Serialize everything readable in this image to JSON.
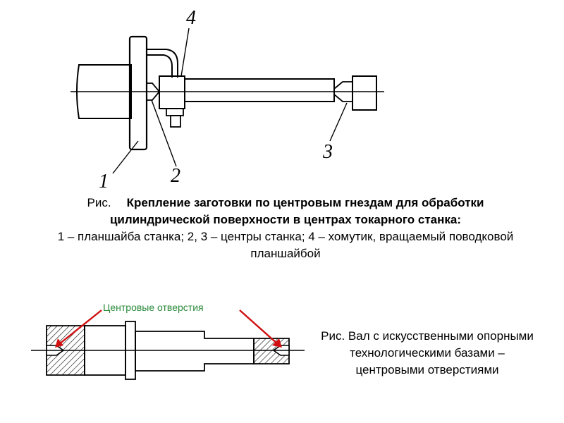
{
  "figure1": {
    "labels": {
      "n1": "1",
      "n2": "2",
      "n3": "3",
      "n4": "4"
    },
    "caption_prefix": "Рис.",
    "caption_title": "Крепление заготовки по центровым гнездам для обработки цилиндрической поверхности в центрах токарного станка:",
    "caption_legend": "1 – планшайба станка; 2, 3 – центры станка; 4 – хомутик, вращаемый поводковой планшайбой"
  },
  "figure2": {
    "annotation": "Центровые отверстия",
    "caption": "Рис. Вал с искусственными опорными технологическими базами – центровыми отверстиями",
    "colors": {
      "annotation": "#2a8a3a",
      "arrow": "#d01010",
      "hatch": "#000000"
    }
  }
}
